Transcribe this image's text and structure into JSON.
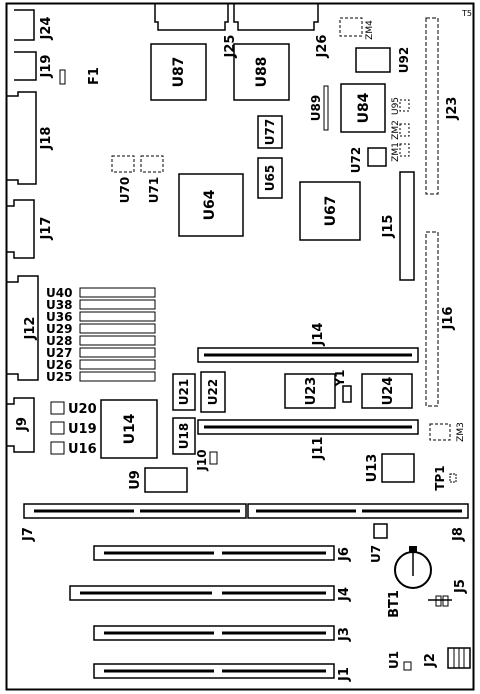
{
  "corner_mark": "T5",
  "connectors": {
    "J1": "J1",
    "J2": "J2",
    "J3": "J3",
    "J4": "J4",
    "J5": "J5",
    "J6": "J6",
    "J7": "J7",
    "J8": "J8",
    "J9": "J9",
    "J10": "J10",
    "J11": "J11",
    "J12": "J12",
    "J14": "J14",
    "J15": "J15",
    "J16": "J16",
    "J17": "J17",
    "J18": "J18",
    "J19": "J19",
    "J23": "J23",
    "J24": "J24",
    "J25": "J25",
    "J26": "J26"
  },
  "chips": {
    "U1": "U1",
    "U7": "U7",
    "U9": "U9",
    "U13": "U13",
    "U14": "U14",
    "U16": "U16",
    "U18": "U18",
    "U19": "U19",
    "U20": "U20",
    "U21": "U21",
    "U22": "U22",
    "U23": "U23",
    "U24": "U24",
    "U25": "U25",
    "U26": "U26",
    "U27": "U27",
    "U28": "U28",
    "U29": "U29",
    "U36": "U36",
    "U38": "U38",
    "U40": "U40",
    "U64": "U64",
    "U65": "U65",
    "U67": "U67",
    "U70": "U70",
    "U71": "U71",
    "U72": "U72",
    "U77": "U77",
    "U84": "U84",
    "U87": "U87",
    "U88": "U88",
    "U89": "U89",
    "U92": "U92",
    "U95": "U95"
  },
  "misc": {
    "F1": "F1",
    "Y1": "Y1",
    "BT1": "BT1",
    "TP1": "TP1",
    "ZM1": "ZM1",
    "ZM2": "ZM2",
    "ZM3": "ZM3",
    "ZM4": "ZM4"
  }
}
